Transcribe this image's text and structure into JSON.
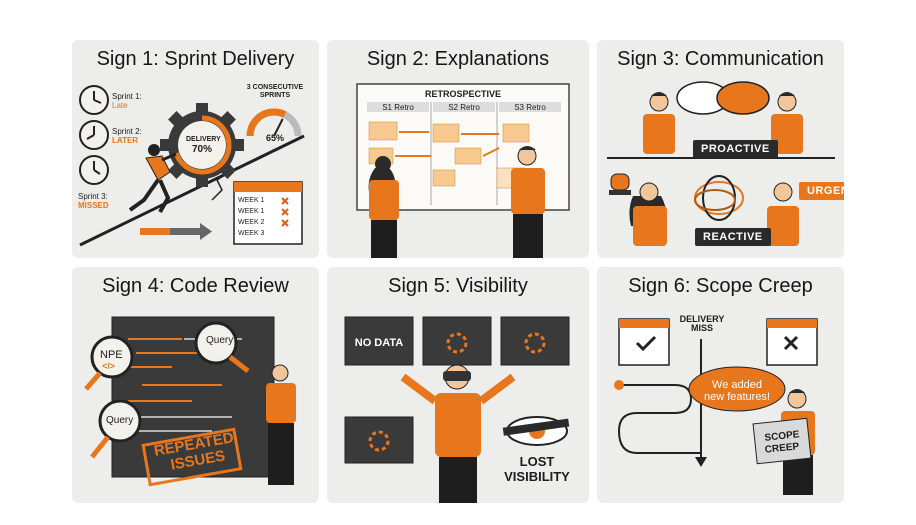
{
  "panels": [
    {
      "title": "Sign 1: Sprint Delivery"
    },
    {
      "title": "Sign 2: Explanations"
    },
    {
      "title": "Sign 3: Communication"
    },
    {
      "title": "Sign 4: Code Review"
    },
    {
      "title": "Sign 5: Visibility"
    },
    {
      "title": "Sign 6: Scope Creep"
    }
  ],
  "sign1": {
    "sprint1": "Sprint 1:",
    "sprint1_status": "Late",
    "sprint2": "Sprint 2:",
    "sprint2_status": "LATER",
    "sprint3": "Sprint 3:",
    "sprint3_status": "MISSED",
    "gear_label": "DELIVERY",
    "gear_value": "70%",
    "delivery_pct": 0.7,
    "gauge_label_1": "3 CONSECUTIVE",
    "gauge_label_2": "SPRINTS",
    "gauge_value": "65%",
    "gauge_pct": 0.65,
    "weeks": [
      "WEEK 1",
      "WEEK 1",
      "WEEK 2",
      "WEEK 3"
    ]
  },
  "sign2": {
    "board_title": "RETROSPECTIVE",
    "columns": [
      "S1 Retro",
      "S2 Retro",
      "S3 Retro"
    ]
  },
  "sign3": {
    "proactive": "PROACTIVE",
    "reactive": "REACTIVE",
    "urgent": "URGENT"
  },
  "sign4": {
    "npe": "NPE",
    "query1": "Query",
    "query2": "Query",
    "code1": "</>",
    "stamp_1": "REPEATED",
    "stamp_2": "ISSUES"
  },
  "sign5": {
    "no_data": "NO DATA",
    "lost_1": "LOST",
    "lost_2": "VISIBILITY"
  },
  "sign6": {
    "delivery": "DELIVERY",
    "miss": "MISS",
    "speech_1": "We added",
    "speech_2": "new features!",
    "sign_1": "SCOPE",
    "sign_2": "CREEP"
  },
  "colors": {
    "accent": "#e8761c",
    "panel": "#ededeb",
    "dark": "#2a2a2a"
  }
}
